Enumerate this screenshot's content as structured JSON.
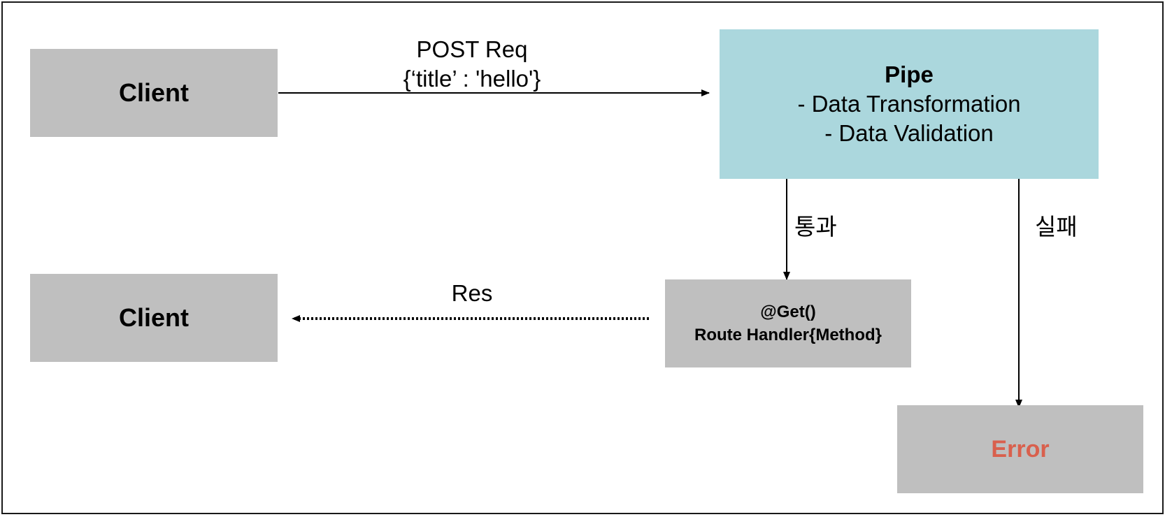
{
  "nodes": {
    "client_top": {
      "label": "Client"
    },
    "client_bottom": {
      "label": "Client"
    },
    "pipe": {
      "title": "Pipe",
      "line1": "- Data Transformation",
      "line2": "- Data Validation",
      "fill_color": "#abd7dd"
    },
    "route_handler": {
      "line1": "@Get()",
      "line2": "Route Handler{Method}"
    },
    "error": {
      "label": "Error",
      "text_color": "#d9604d"
    }
  },
  "edges": {
    "request": {
      "line1": "POST Req",
      "line2": "{‘title’ : 'hello'}"
    },
    "response": {
      "label": "Res"
    },
    "pass": {
      "label": "통과"
    },
    "fail": {
      "label": "실패"
    }
  },
  "colors": {
    "box_gray": "#bfbfbf"
  }
}
